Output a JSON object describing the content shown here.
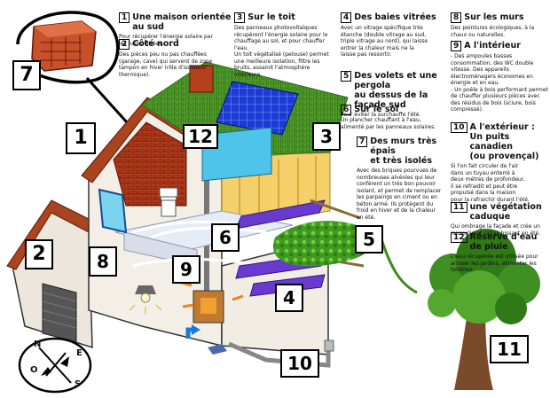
{
  "labels": [
    "1",
    "2",
    "3",
    "4",
    "5",
    "6",
    "7",
    "8",
    "9",
    "10",
    "11",
    "12"
  ],
  "compass": {
    "north": "N",
    "east": "E",
    "south": "S",
    "west": "O"
  },
  "notes": [
    {
      "num": "1",
      "title": "Une maison orientée au sud",
      "body": "Pour récupérer l'énergie solaire par\nles baies vitrées."
    },
    {
      "num": "2",
      "title": "Côté nord",
      "body": "Des pièces peu ou pas chauffées\n(garage, cave) qui servent de zone\ntampon en hiver (rôle d'isolateur\nthermique)."
    },
    {
      "num": "3",
      "title": "Sur le toit",
      "body": "Des panneaux photovoltaïques\nrécupèrent l'énergie solaire pour le\nchauffage au sol, et pour chauffer\nl'eau.\nUn toit végétalisé (pelouse) permet\nune meilleure isolation, filtre les\nbruits, assainit l'atmosphère\nintérieure."
    },
    {
      "num": "4",
      "title": "Des baies vitrées",
      "body": "Avec un vitrage spécifique très\nétanche (double vitrage au sud,\ntriple vitrage au nord), qui laisse\nentrer la chaleur mais ne la\nlaisse pas ressortir."
    },
    {
      "num": "5",
      "title": "Des volets et une pergola\nau dessus de la façade sud",
      "body": "Pour éviter la surchauffe l'été."
    },
    {
      "num": "6",
      "title": "Sur le sol",
      "body": "Un plancher chauffant à l'eau,\nalimenté par les panneaux solaires."
    },
    {
      "num": "7",
      "title": "Des murs très épais\net très isolés",
      "body": "Avec des briques pourvues de\nnombreuses alvéoles qui leur\nconfèrent un très bon pouvoir\nisolant, et permet de remplacer\nles parpaings en ciment ou en\nbéton armé. Ils protègent du\nfroid en hiver et de la chaleur\nen été."
    },
    {
      "num": "8",
      "title": "Sur les murs",
      "body": "Des peintures écologiques, à la\nchaux ou naturelles."
    },
    {
      "num": "9",
      "title": "A l'intérieur",
      "body": "- Des ampoules basses\nconsommation, des WC double\nvitesse. Des appareils\nélectroménagers économes en\nénergie et en eau.\n- Un poêle à bois performant permet\nde chauffer plusieurs pièces avec\ndes résidus de bois (sciure, bois\ncompressé)."
    },
    {
      "num": "10",
      "title": "A l'extérieur :\nUn puits canadien\n(ou provençal)",
      "body": "Si l'on fait circuler de l'air\ndans un tuyau enterré à\ndeux mètres de profondeur,\nil se refraidit et peut être\npropulsé dans la maison\npour la rafraichir durant l'été."
    },
    {
      "num": "11",
      "title": "une végétation caduque",
      "body": "Qui ombrage la façade et crée un\nmicroclimat rafraichissant en été."
    },
    {
      "num": "12",
      "title": "Réserve d'eau de pluie",
      "body": "L'eau récupérée est utilisée pour\narroser les jardins, alimenter les\ntoilettes."
    }
  ]
}
